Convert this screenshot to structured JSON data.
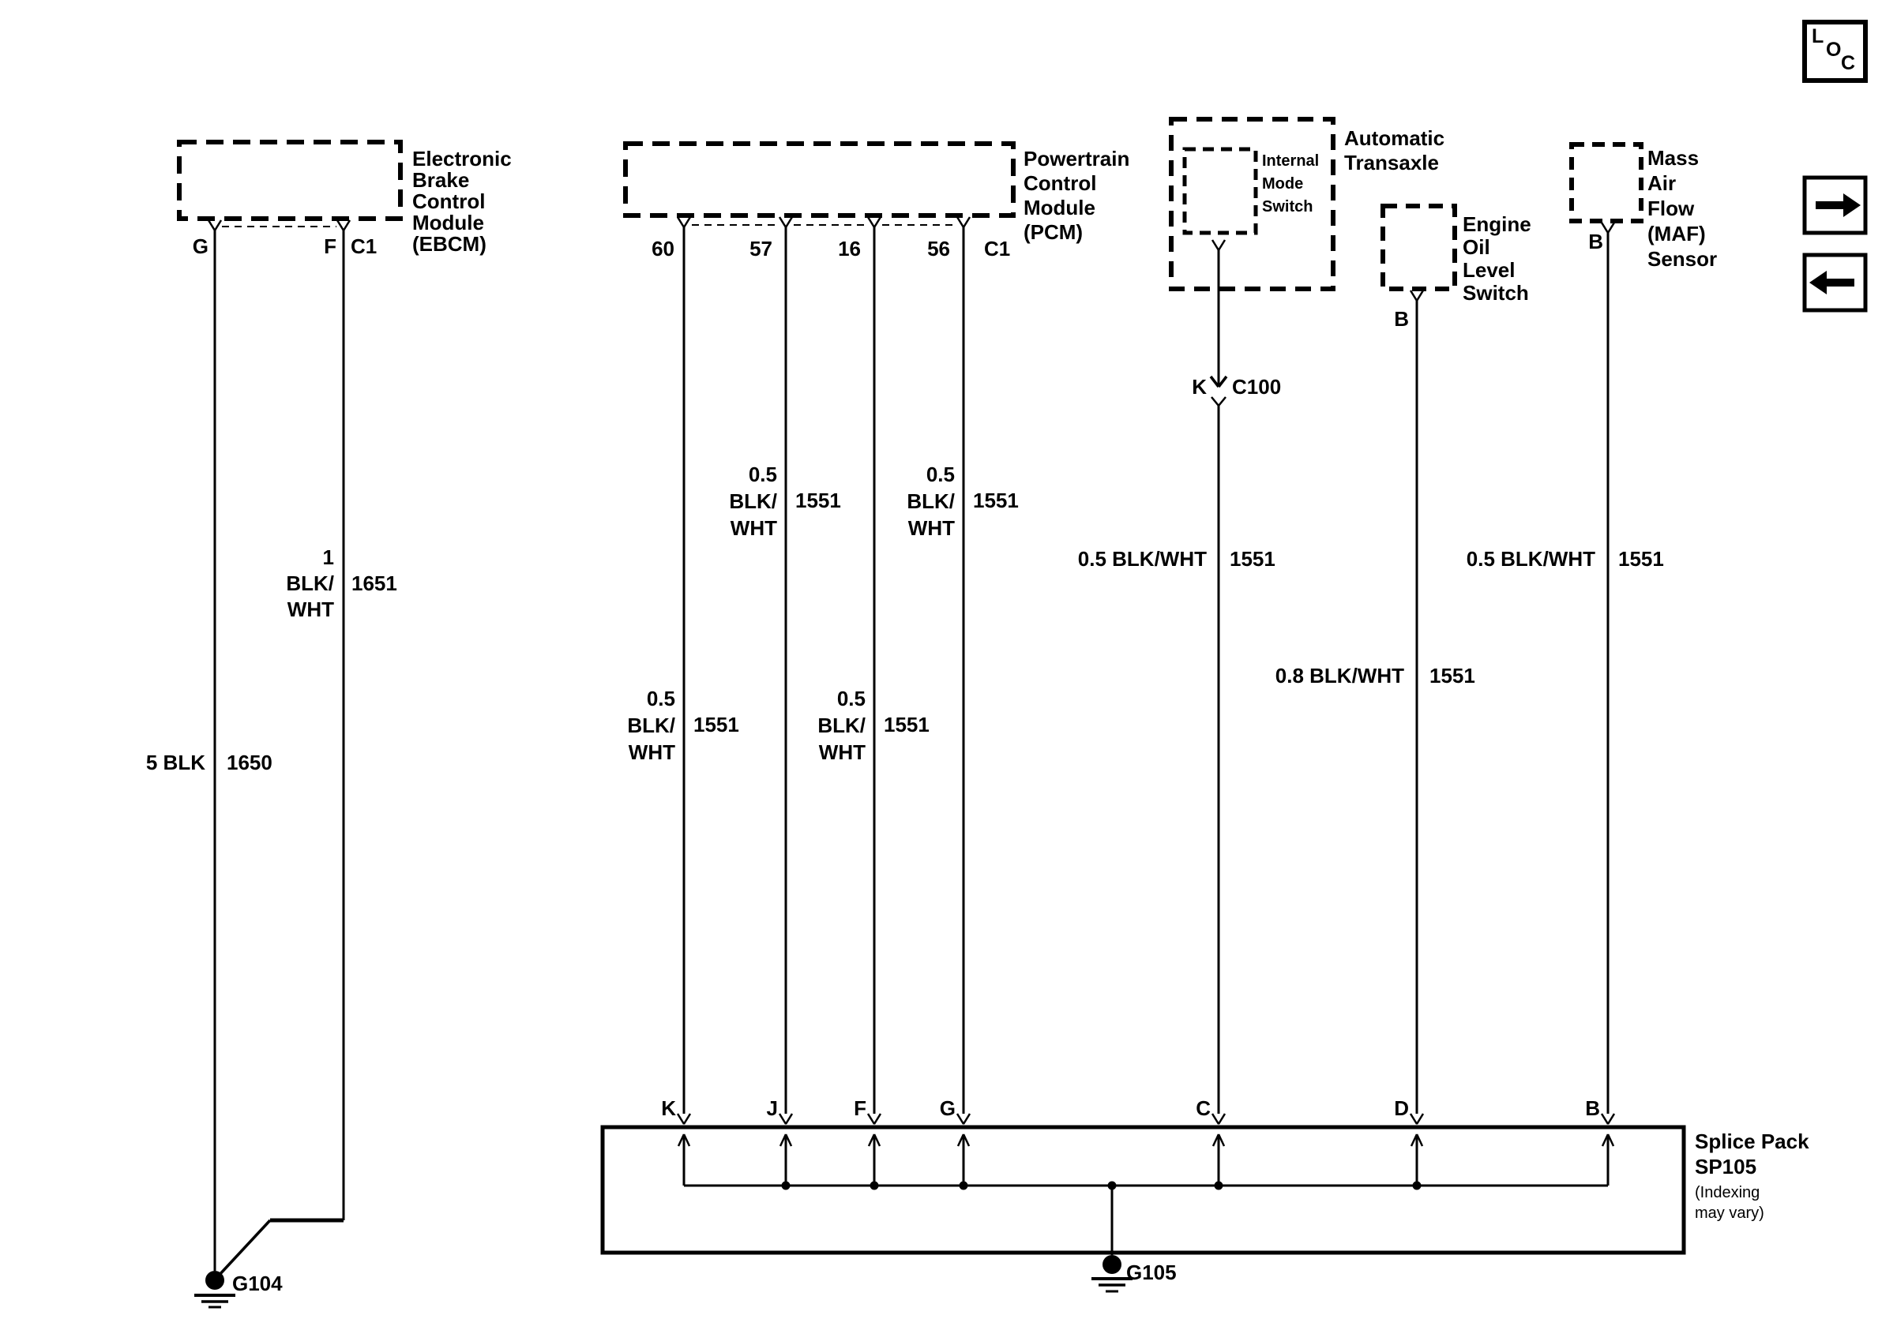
{
  "loc": {
    "l": "L",
    "o": "O",
    "c": "C"
  },
  "components": {
    "ebcm": {
      "name_lines": [
        "Electronic",
        "Brake",
        "Control",
        "Module",
        "(EBCM)"
      ],
      "pin_g": "G",
      "pin_f": "F",
      "connector": "C1"
    },
    "pcm": {
      "name_lines": [
        "Powertrain",
        "Control",
        "Module",
        "(PCM)"
      ],
      "pins": [
        "60",
        "57",
        "16",
        "56"
      ],
      "connector": "C1"
    },
    "transaxle": {
      "name_lines": [
        "Automatic",
        "Transaxle"
      ],
      "switch_lines": [
        "Internal",
        "Mode",
        "Switch"
      ]
    },
    "oil_level_switch": {
      "name_lines": [
        "Engine",
        "Oil",
        "Level",
        "Switch"
      ],
      "pin": "B"
    },
    "maf": {
      "name_lines": [
        "Mass",
        "Air",
        "Flow",
        "(MAF)",
        "Sensor"
      ],
      "pin": "B"
    }
  },
  "inline_connector": {
    "pin": "K",
    "id": "C100"
  },
  "wires": {
    "ebcm_ground": {
      "size": "5 BLK",
      "circuit": "1650"
    },
    "ebcm_f": {
      "size_lines": [
        "1",
        "BLK/",
        "WHT"
      ],
      "circuit": "1651"
    },
    "pcm_60": {
      "size_lines": [
        "0.5",
        "BLK/",
        "WHT"
      ],
      "circuit": "1551"
    },
    "pcm_57": {
      "size_lines": [
        "0.5",
        "BLK/",
        "WHT"
      ],
      "circuit": "1551"
    },
    "pcm_16": {
      "size_lines": [
        "0.5",
        "BLK/",
        "WHT"
      ],
      "circuit": "1551"
    },
    "pcm_56": {
      "size_lines": [
        "0.5",
        "BLK/",
        "WHT"
      ],
      "circuit": "1551"
    },
    "transaxle": {
      "size": "0.5 BLK/WHT",
      "circuit": "1551"
    },
    "oil_level": {
      "size": "0.8 BLK/WHT",
      "circuit": "1551"
    },
    "maf": {
      "size": "0.5 BLK/WHT",
      "circuit": "1551"
    }
  },
  "splice_pack": {
    "name": "Splice Pack",
    "id": "SP105",
    "note_lines": [
      "(Indexing",
      "may vary)"
    ],
    "pins": [
      "K",
      "J",
      "F",
      "G",
      "C",
      "D",
      "B"
    ]
  },
  "grounds": {
    "g104": "G104",
    "g105": "G105"
  }
}
